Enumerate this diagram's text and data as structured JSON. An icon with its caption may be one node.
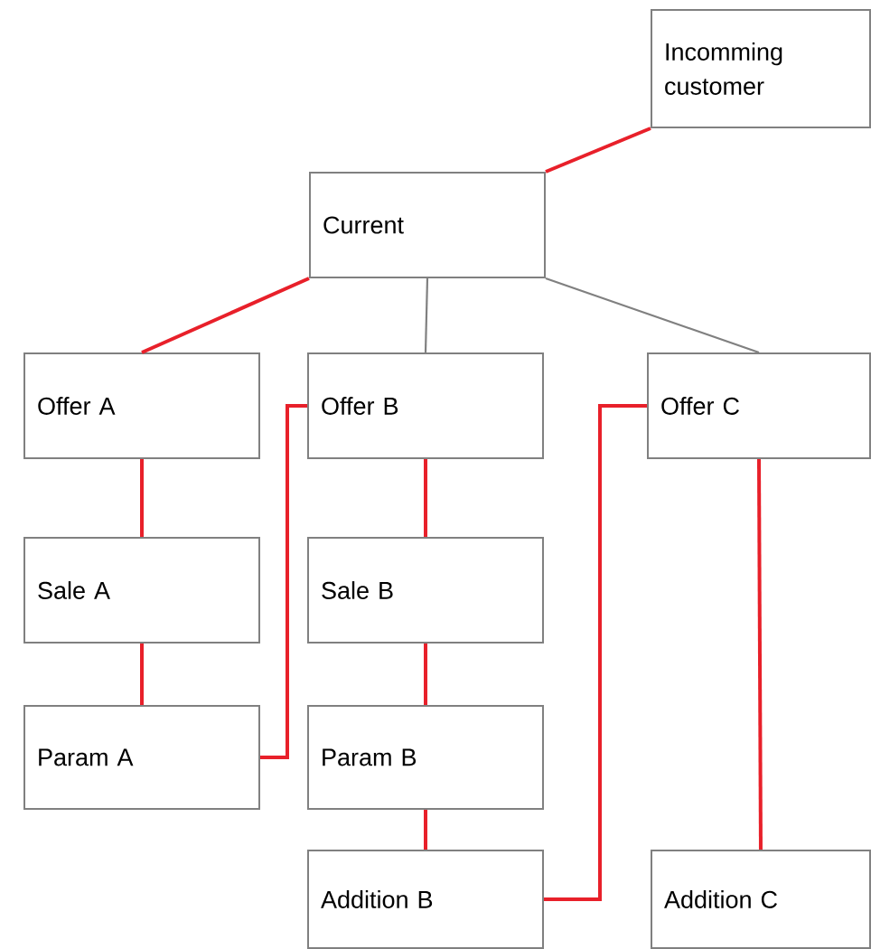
{
  "diagram": {
    "nodes": [
      {
        "text": [
          "Incomming customer"
        ]
      },
      {
        "text": [
          "Current"
        ]
      },
      {
        "text": [
          "Offer A"
        ]
      },
      {
        "text": [
          "Offer B"
        ]
      },
      {
        "text": [
          "Offer C"
        ]
      },
      {
        "text": [
          "Sale A"
        ]
      },
      {
        "text": [
          "Sale B"
        ]
      },
      {
        "text": [
          "Param A"
        ]
      },
      {
        "text": [
          "Param B"
        ]
      },
      {
        "text": [
          "Addition B"
        ]
      },
      {
        "text": [
          "Addition C"
        ]
      }
    ],
    "edges": [
      {
        "from": 0,
        "to": 1,
        "arrow": "none"
      },
      {
        "from": 1,
        "to": 2,
        "arrow": "none"
      },
      {
        "from": 1,
        "to": 3,
        "arrow": "none",
        "color": "#808080"
      },
      {
        "from": 1,
        "to": 4,
        "arrow": "none",
        "color": "#808080"
      },
      {
        "from": 2,
        "to": 5,
        "arrow": "none"
      },
      {
        "from": 5,
        "to": 7,
        "arrow": "none"
      },
      {
        "from": 7,
        "to": 3,
        "arrow": "none"
      },
      {
        "from": 3,
        "to": 6,
        "arrow": "none"
      },
      {
        "from": 6,
        "to": 8,
        "arrow": "none"
      },
      {
        "from": 8,
        "to": 9,
        "arrow": "none"
      },
      {
        "from": 9,
        "to": 4,
        "arrow": "none"
      },
      {
        "from": 4,
        "to": 10,
        "arrow": "none"
      }
    ]
  }
}
